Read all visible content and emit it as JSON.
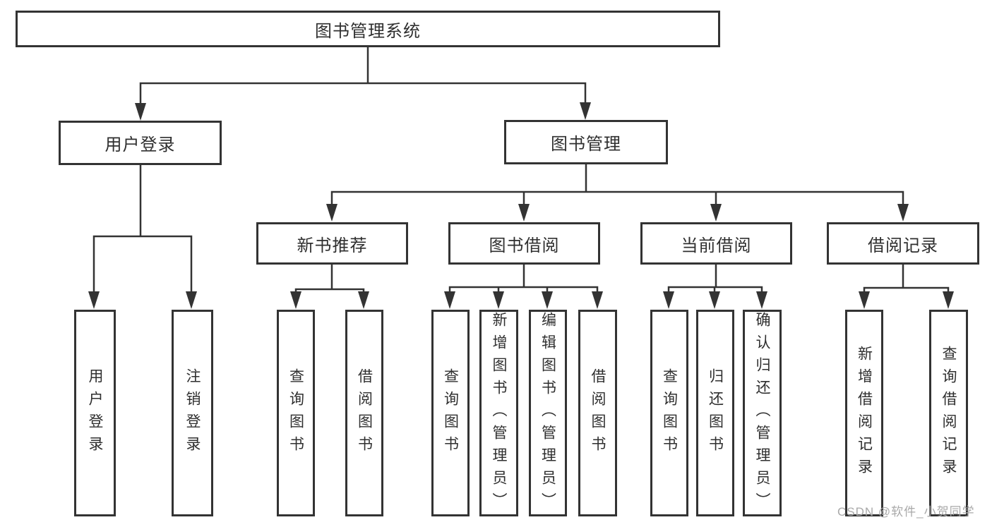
{
  "diagram_type": "hierarchy-tree",
  "tree": {
    "label": "图书管理系统",
    "children": [
      {
        "label": "用户登录",
        "children": [
          {
            "label": "用户登录"
          },
          {
            "label": "注销登录"
          }
        ]
      },
      {
        "label": "图书管理",
        "children": [
          {
            "label": "新书推荐",
            "children": [
              {
                "label": "查询图书"
              },
              {
                "label": "借阅图书"
              }
            ]
          },
          {
            "label": "图书借阅",
            "children": [
              {
                "label": "查询图书"
              },
              {
                "label": "新增图书（管理员）"
              },
              {
                "label": "编辑图书（管理员）"
              },
              {
                "label": "借阅图书"
              }
            ]
          },
          {
            "label": "当前借阅",
            "children": [
              {
                "label": "查询图书"
              },
              {
                "label": "归还图书"
              },
              {
                "label": "确认归还（管理员）"
              }
            ]
          },
          {
            "label": "借阅记录",
            "children": [
              {
                "label": "新增借阅记录"
              },
              {
                "label": "查询借阅记录"
              }
            ]
          }
        ]
      }
    ]
  },
  "watermark": {
    "text": "CSDN @软件_小贺同学"
  },
  "colors": {
    "line": "#333333",
    "box_border": "#333333",
    "text": "#2f2f2f",
    "watermark": "#a9a9a9",
    "background": "#ffffff"
  }
}
